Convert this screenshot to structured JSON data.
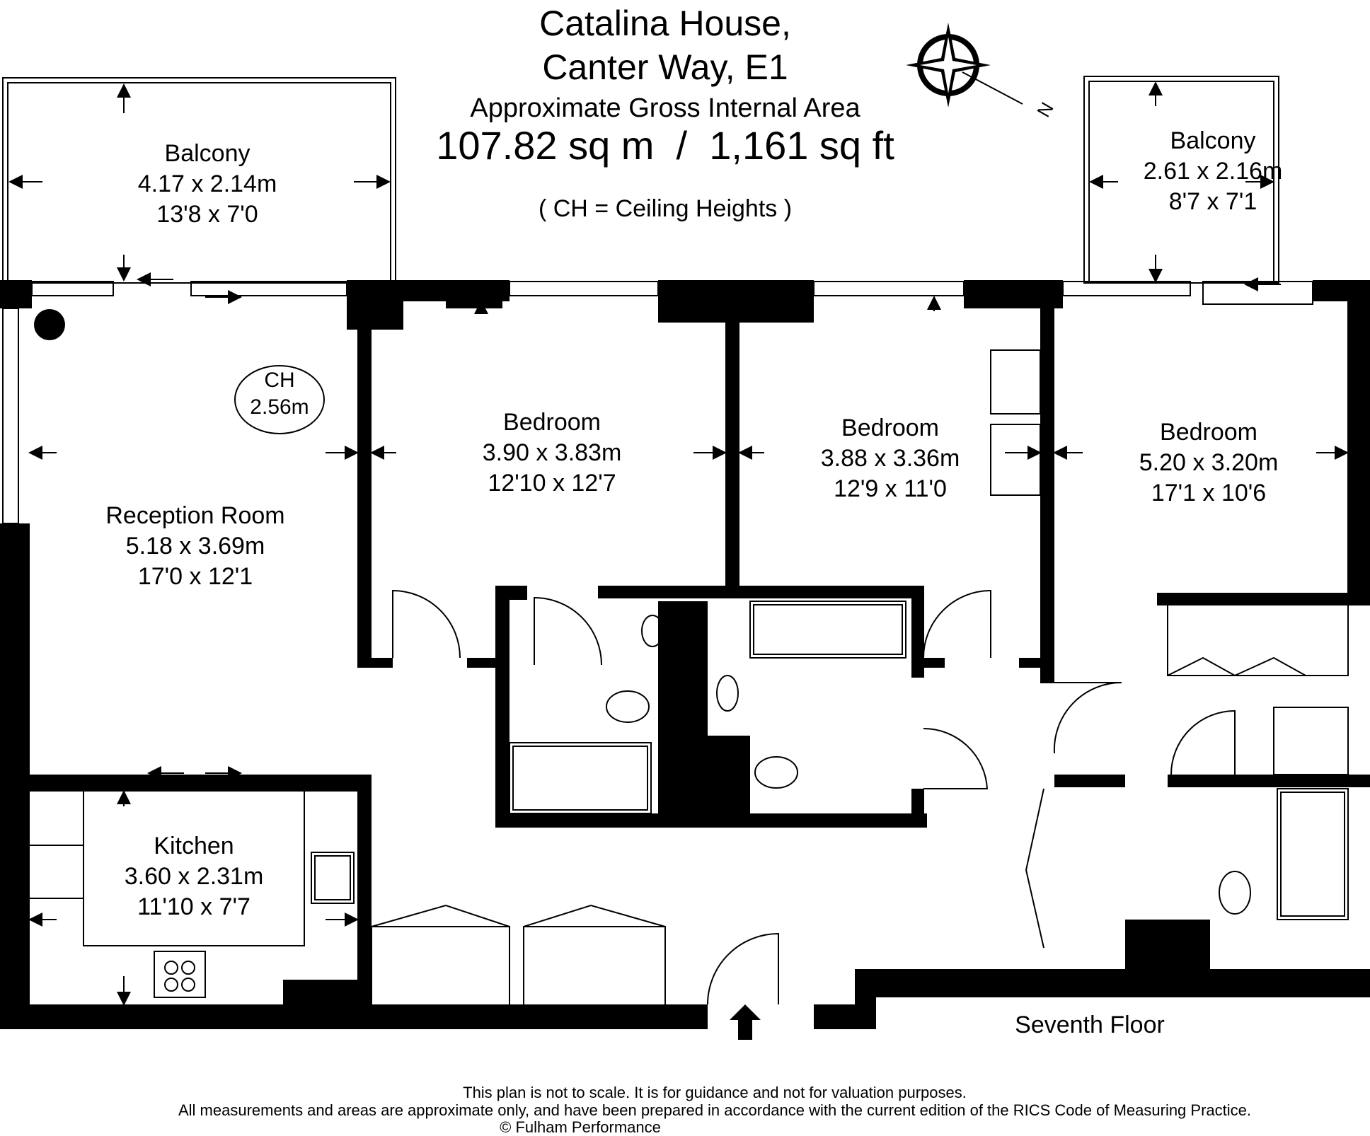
{
  "header": {
    "title_line1": "Catalina House,",
    "title_line2": "Canter Way, E1",
    "area_label": "Approximate Gross Internal Area",
    "area_value": "107.82 sq m  /  1,161 sq ft",
    "ch_note": "( CH = Ceiling Heights )"
  },
  "compass": {
    "label": "N",
    "icon": "compass-rose-icon"
  },
  "rooms": {
    "balcony_left": {
      "name": "Balcony",
      "metric": "4.17 x 2.14m",
      "imperial": "13'8 x 7'0"
    },
    "balcony_right": {
      "name": "Balcony",
      "metric": "2.61 x 2.16m",
      "imperial": "8'7 x 7'1"
    },
    "reception": {
      "name": "Reception Room",
      "metric": "5.18 x 3.69m",
      "imperial": "17'0 x 12'1"
    },
    "bedroom1": {
      "name": "Bedroom",
      "metric": "3.90 x 3.83m",
      "imperial": "12'10 x 12'7"
    },
    "bedroom2": {
      "name": "Bedroom",
      "metric": "3.88 x 3.36m",
      "imperial": "12'9 x 11'0"
    },
    "bedroom3": {
      "name": "Bedroom",
      "metric": "5.20 x 3.20m",
      "imperial": "17'1 x 10'6"
    },
    "kitchen": {
      "name": "Kitchen",
      "metric": "3.60 x 2.31m",
      "imperial": "11'10 x 7'7"
    }
  },
  "ceiling_height": {
    "label": "CH",
    "value": "2.56m"
  },
  "floor_label": "Seventh Floor",
  "footer": {
    "line1": "This plan is not to scale. It is for guidance and not for valuation purposes.",
    "line2": "All measurements and areas are approximate only, and have been prepared in accordance with the current edition of the RICS Code of Measuring Practice.",
    "line3": "© Fulham Performance"
  }
}
